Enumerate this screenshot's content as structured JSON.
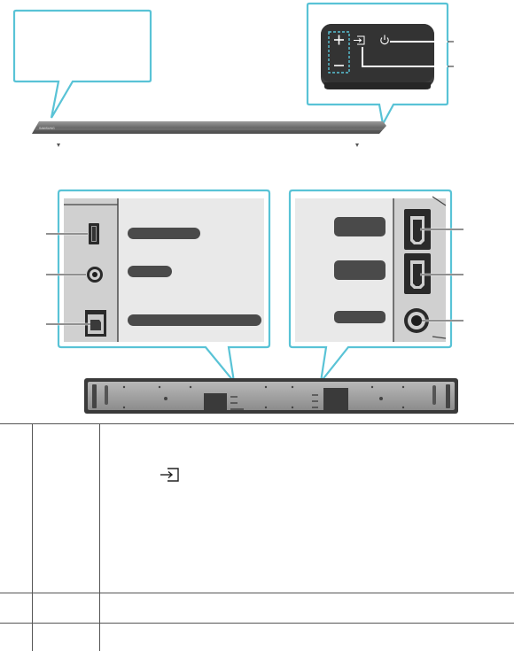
{
  "product": {
    "brand_label": "SAMSUNG"
  },
  "icons": {
    "volume_up": "plus-icon",
    "volume_down": "minus-icon",
    "input_source": "input-source-icon",
    "power": "power-icon",
    "usb": "usb-port-icon",
    "aux": "aux-in-port-icon",
    "optical": "digital-audio-in-optical-icon",
    "hdmi_in": "hdmi-in-port-icon",
    "hdmi_out": "hdmi-out-tv-arc-icon",
    "dc_power": "dc-power-in-icon"
  },
  "colors": {
    "callout": "#59c3d6",
    "device_dark": "#3a3a3a",
    "label_bar": "#4a4a4a",
    "panel_bg": "#e9e9e9"
  },
  "table": {
    "rows": [
      {
        "kind": "main"
      },
      {
        "kind": "small"
      },
      {
        "kind": "small"
      }
    ]
  }
}
